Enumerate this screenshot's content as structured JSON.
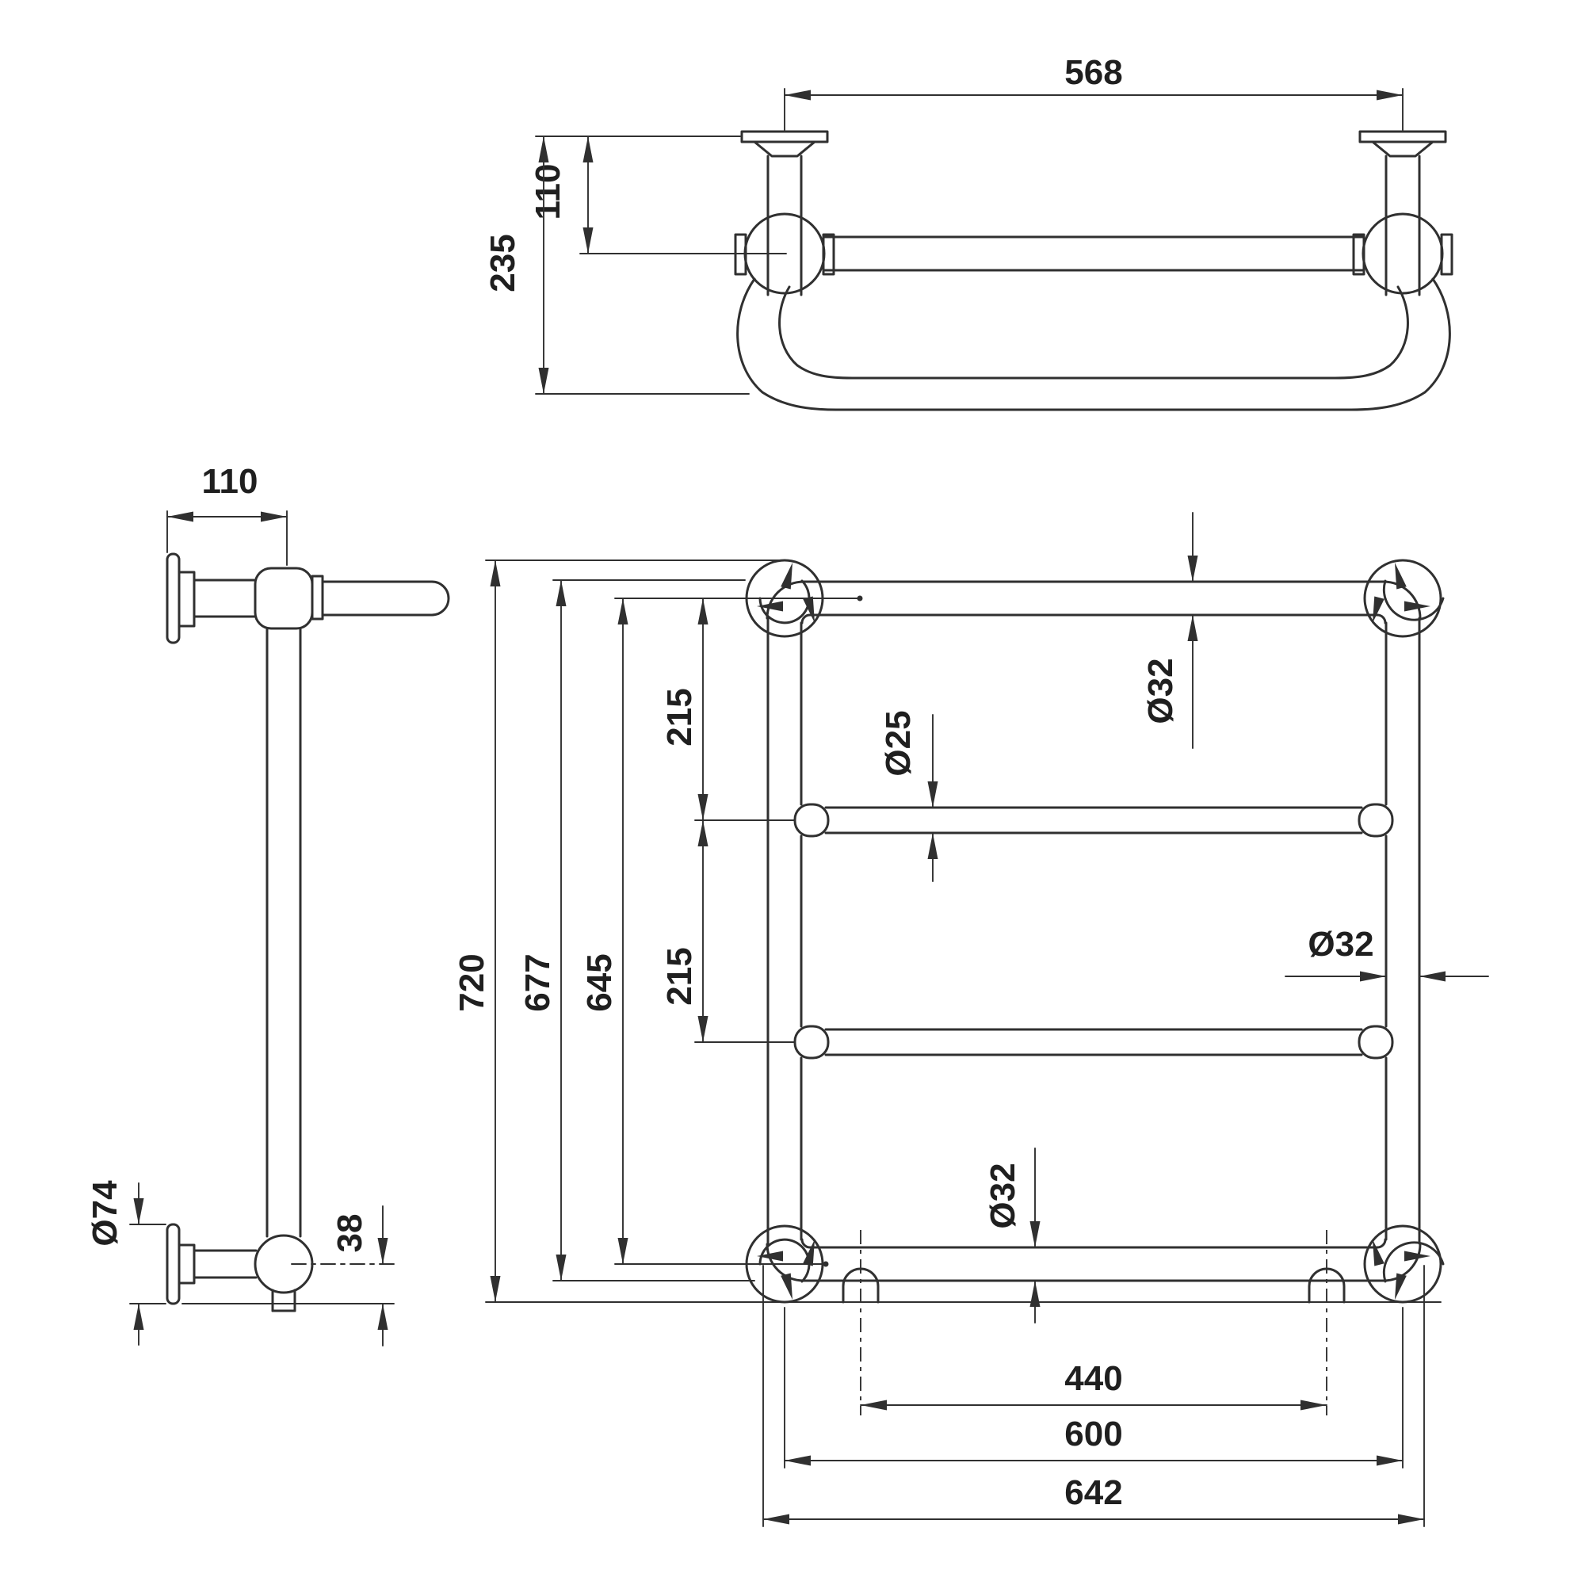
{
  "drawing": {
    "type": "technical-orthographic-drawing",
    "subject": "wall-mounted ball-jointed towel rail",
    "views": [
      "plan (top)",
      "side elevation",
      "front elevation"
    ],
    "units": "mm",
    "colors": {
      "line": "#303030",
      "text": "#1f1f1f",
      "background": "#ffffff"
    }
  },
  "labels": {
    "top_span": "568",
    "top_rail_offset": "110",
    "top_loop_depth": "235",
    "side_wall_to_post": "110",
    "side_flange_dia": "Ø74",
    "side_center_to_bottom": "38",
    "front_overall_height": "720",
    "front_rail_outer_height": "677",
    "front_rail_centers_height": "645",
    "front_rail_gap_upper": "215",
    "front_rail_gap_lower": "215",
    "front_mid_rail_dia": "Ø25",
    "front_top_rail_dia": "Ø32",
    "front_post_dia": "Ø32",
    "front_bottom_rail_dia": "Ø32",
    "front_pipe_centers": "440",
    "front_post_centers": "600",
    "front_overall_width": "642"
  }
}
